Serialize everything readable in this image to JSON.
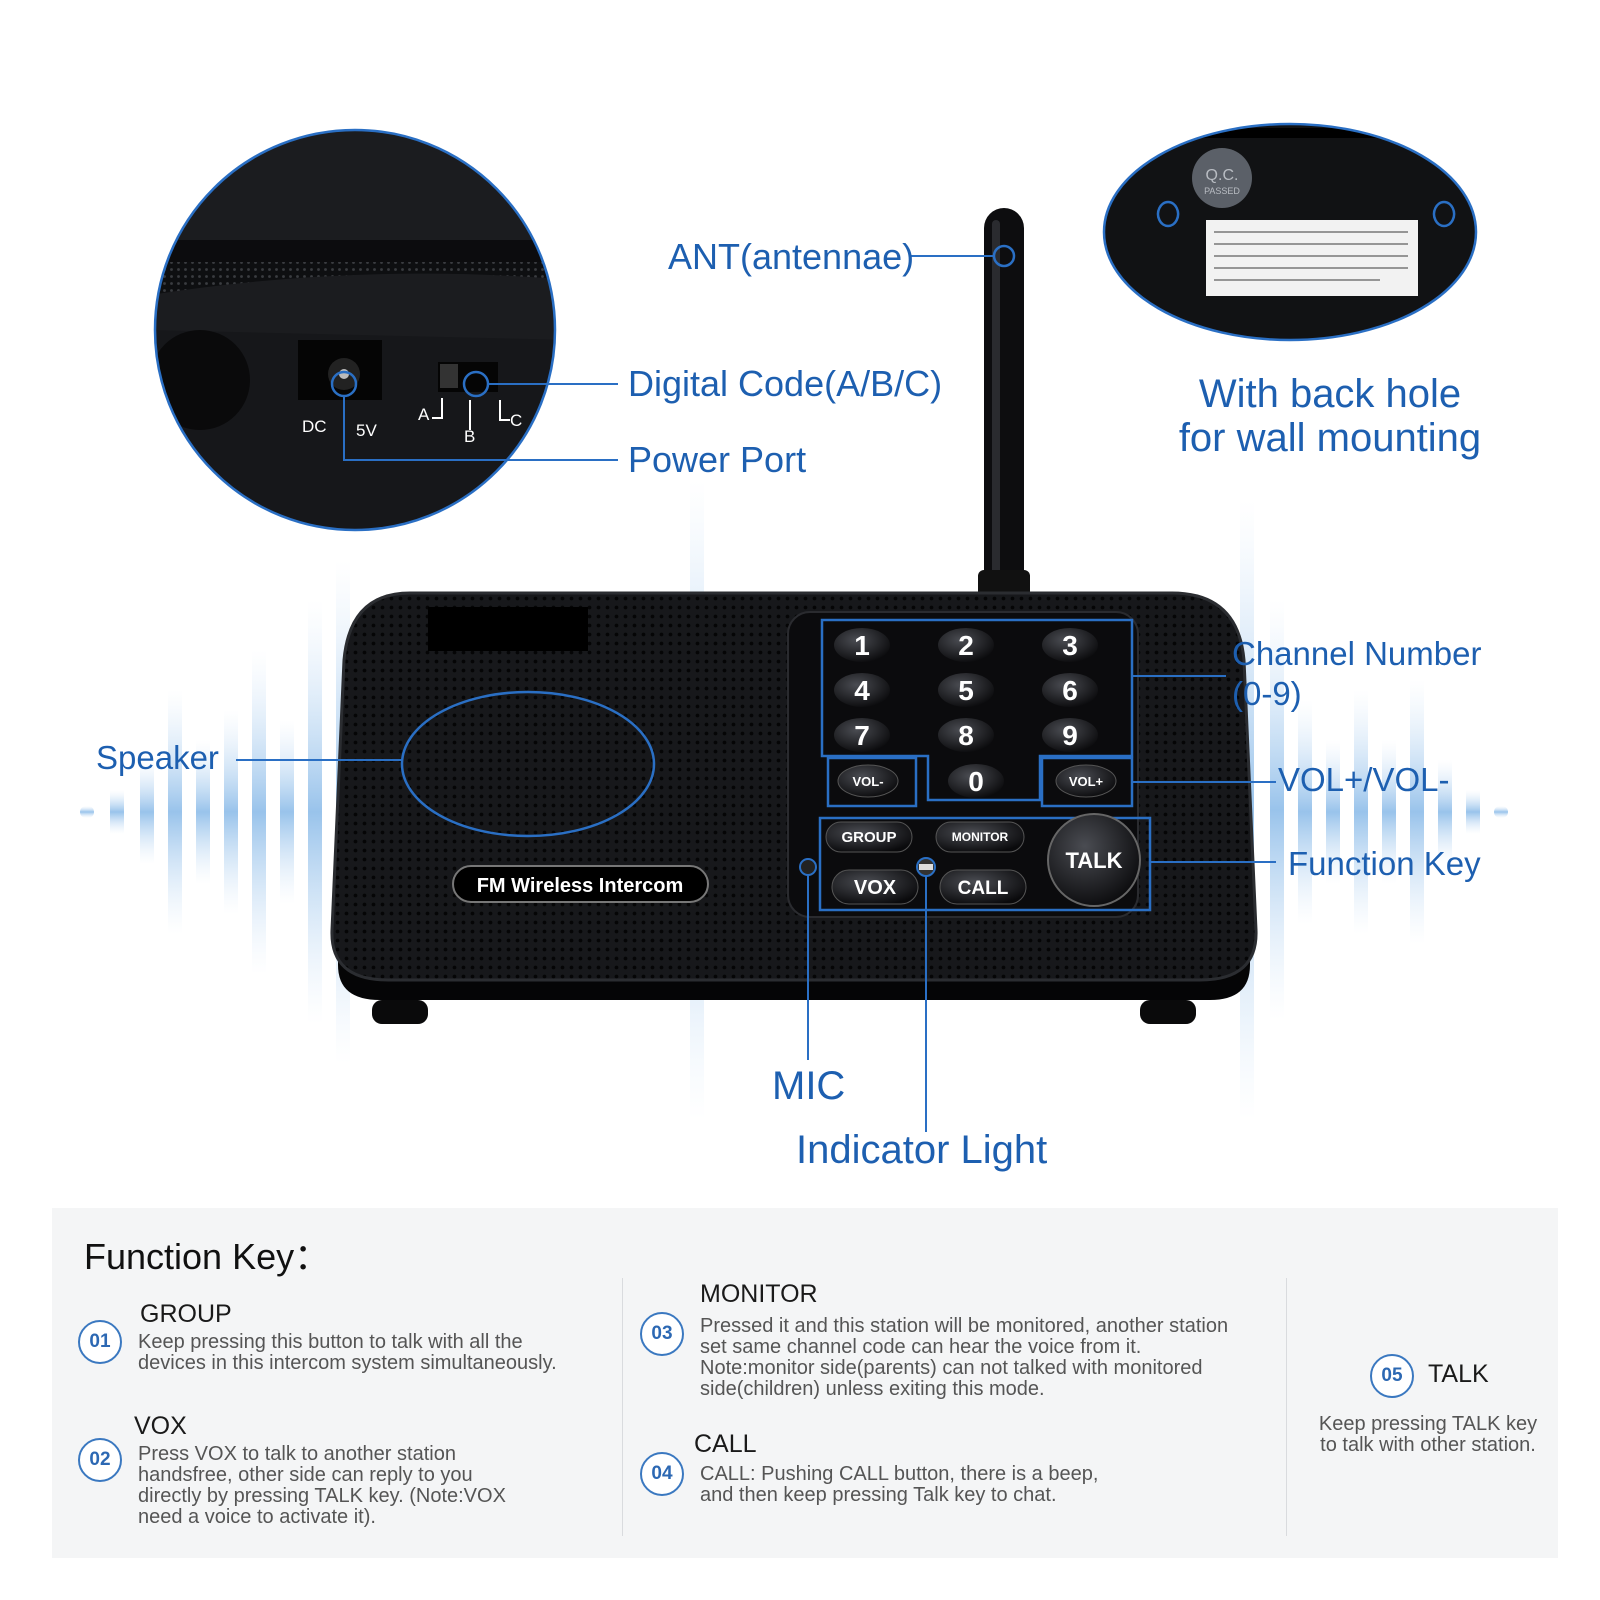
{
  "callouts": {
    "antenna": "ANT(antennae)",
    "digital_code": "Digital Code(A/B/C)",
    "power_port": "Power Port",
    "wall_mount": [
      "With back hole",
      "for wall mounting"
    ],
    "channel_number": [
      "Channel Number",
      "(0-9)"
    ],
    "speaker": "Speaker",
    "volume": "VOL+/VOL-",
    "function_key": "Function Key",
    "mic": "MIC",
    "indicator": "Indicator Light"
  },
  "device": {
    "brand_badge": "FM Wireless Intercom",
    "keys": [
      "1",
      "2",
      "3",
      "4",
      "5",
      "6",
      "7",
      "8",
      "9",
      "0"
    ],
    "vol_minus": "VOL-",
    "vol_plus": "VOL+",
    "group": "GROUP",
    "monitor": "MONITOR",
    "vox": "VOX",
    "call": "CALL",
    "talk": "TALK",
    "port_labels": {
      "dc": "DC",
      "v": "5V",
      "a": "A",
      "b": "B",
      "c": "C"
    },
    "qc": [
      "Q.C.",
      "PASSED"
    ]
  },
  "function_panel": {
    "title": "Function Key：",
    "items": [
      {
        "num": "01",
        "name": "GROUP",
        "desc": [
          "Keep pressing this button to talk with all the",
          "devices in this intercom system simultaneously."
        ]
      },
      {
        "num": "02",
        "name": "VOX",
        "desc": [
          "Press VOX to talk to another station",
          "handsfree, other side can reply to you",
          "directly by pressing TALK key. (Note:VOX",
          "need a voice to activate it)."
        ]
      },
      {
        "num": "03",
        "name": "MONITOR",
        "desc": [
          "Pressed it and this station will be monitored, another station",
          "set same channel code can hear the voice from it.",
          "Note:monitor side(parents) can not talked with monitored",
          "side(children) unless exiting this mode."
        ]
      },
      {
        "num": "04",
        "name": "CALL",
        "desc": [
          "CALL: Pushing CALL button, there is a beep,",
          "and then keep pressing Talk key to chat."
        ]
      },
      {
        "num": "05",
        "name": "TALK",
        "desc": [
          "Keep pressing TALK key",
          "to talk with other station."
        ]
      }
    ]
  },
  "colors": {
    "accent": "#1d5fb0",
    "device": "#141416",
    "panel": "#f4f5f6"
  }
}
